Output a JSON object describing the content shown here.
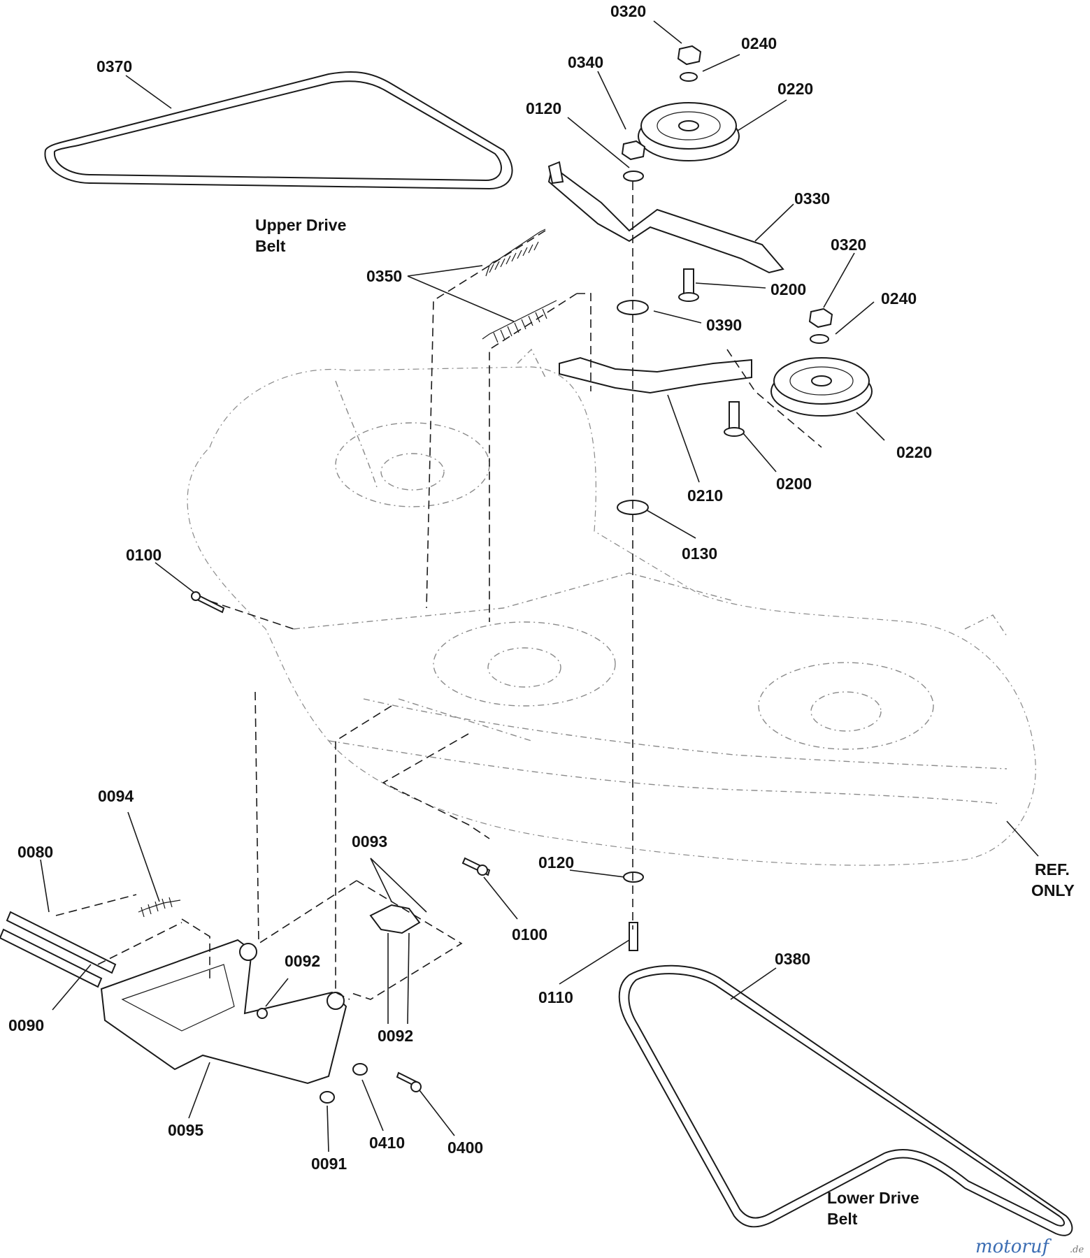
{
  "diagram": {
    "part_labels": {
      "p0370": "0370",
      "p0320a": "0320",
      "p0240a": "0240",
      "p0340": "0340",
      "p0220a": "0220",
      "p0120a": "0120",
      "p0330": "0330",
      "p0320b": "0320",
      "p0350": "0350",
      "p0200a": "0200",
      "p0240b": "0240",
      "p0390": "0390",
      "p0220b": "0220",
      "p0200b": "0200",
      "p0210": "0210",
      "p0130": "0130",
      "p0100a": "0100",
      "p0094": "0094",
      "p0080": "0080",
      "p0093": "0093",
      "p0120b": "0120",
      "p0100b": "0100",
      "p0092a": "0092",
      "p0110": "0110",
      "p0380": "0380",
      "p0090": "0090",
      "p0092b": "0092",
      "p0095": "0095",
      "p0410": "0410",
      "p0400": "0400",
      "p0091": "0091"
    },
    "captions": {
      "upper_belt_line1": "Upper Drive",
      "upper_belt_line2": "Belt",
      "lower_belt_line1": "Lower Drive",
      "lower_belt_line2": "Belt",
      "ref_line1": "REF.",
      "ref_line2": "ONLY"
    },
    "watermark": {
      "brand": "motoruf",
      "suffix": ".de"
    }
  }
}
